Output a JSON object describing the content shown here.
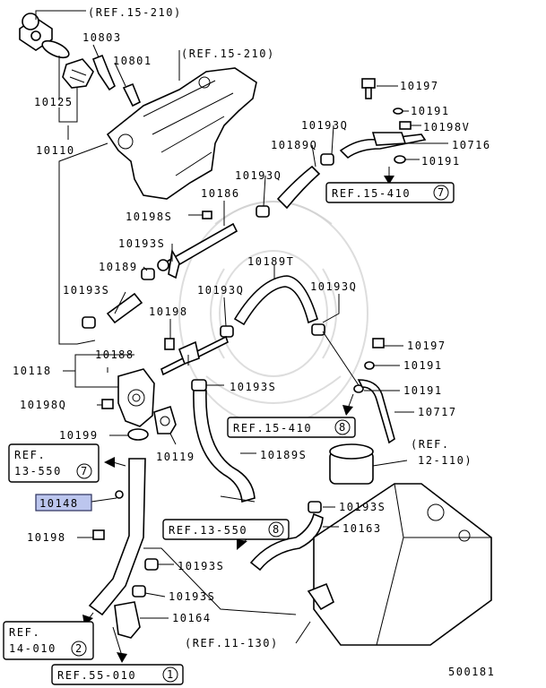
{
  "labels": {
    "l_ref_15_210_a": "(REF.15-210)",
    "l_10803": "10803",
    "l_10801": "10801",
    "l_ref_15_210_b": "(REF.15-210)",
    "l_10125": "10125",
    "l_10110": "10110",
    "l_10197_a": "10197",
    "l_10191_a": "10191",
    "l_10198V": "10198V",
    "l_10193Q_a": "10193Q",
    "l_10716": "10716",
    "l_10189Q": "10189Q",
    "l_10191_b": "10191",
    "l_10193Q_b": "10193Q",
    "l_10186": "10186",
    "l_10198S": "10198S",
    "l_10193S_a": "10193S",
    "l_10189T": "10189T",
    "l_10189": "10189",
    "l_10193S_b": "10193S",
    "l_10193Q_c": "10193Q",
    "l_10193Q_d": "10193Q",
    "l_10198": "10198",
    "l_10197_b": "10197",
    "l_10188": "10188",
    "l_10191_c": "10191",
    "l_10118": "10118",
    "l_10193S_c": "10193S",
    "l_10191_d": "10191",
    "l_10198Q": "10198Q",
    "l_10717": "10717",
    "l_10199": "10199",
    "l_10119": "10119",
    "l_10189S": "10189S",
    "l_ref_12_110_a": "(REF.",
    "l_ref_12_110_b": "12-110)",
    "l_10148": "10148",
    "l_10193S_d": "10193S",
    "l_10163": "10163",
    "l_10198_b": "10198",
    "l_10193S_e": "10193S",
    "l_10193S_f": "10193S",
    "l_10164": "10164",
    "l_ref_11_130": "(REF.11-130)",
    "l_diagram_no": "500181"
  },
  "refs": {
    "r_15_410_a": {
      "text": "REF.15-410",
      "num": "7"
    },
    "r_15_410_b": {
      "text": "REF.15-410",
      "num": "8"
    },
    "r_13_550_a": {
      "line1": "REF.",
      "line2": "13-550",
      "num": "7"
    },
    "r_13_550_b": {
      "text": "REF.13-550",
      "num": "8"
    },
    "r_14_010": {
      "line1": "REF.",
      "line2": "14-010",
      "num": "2"
    },
    "r_55_010": {
      "text": "REF.55-010",
      "num": "1"
    }
  },
  "highlight": {
    "part_number": "10148",
    "color": "#bcc6ee"
  }
}
